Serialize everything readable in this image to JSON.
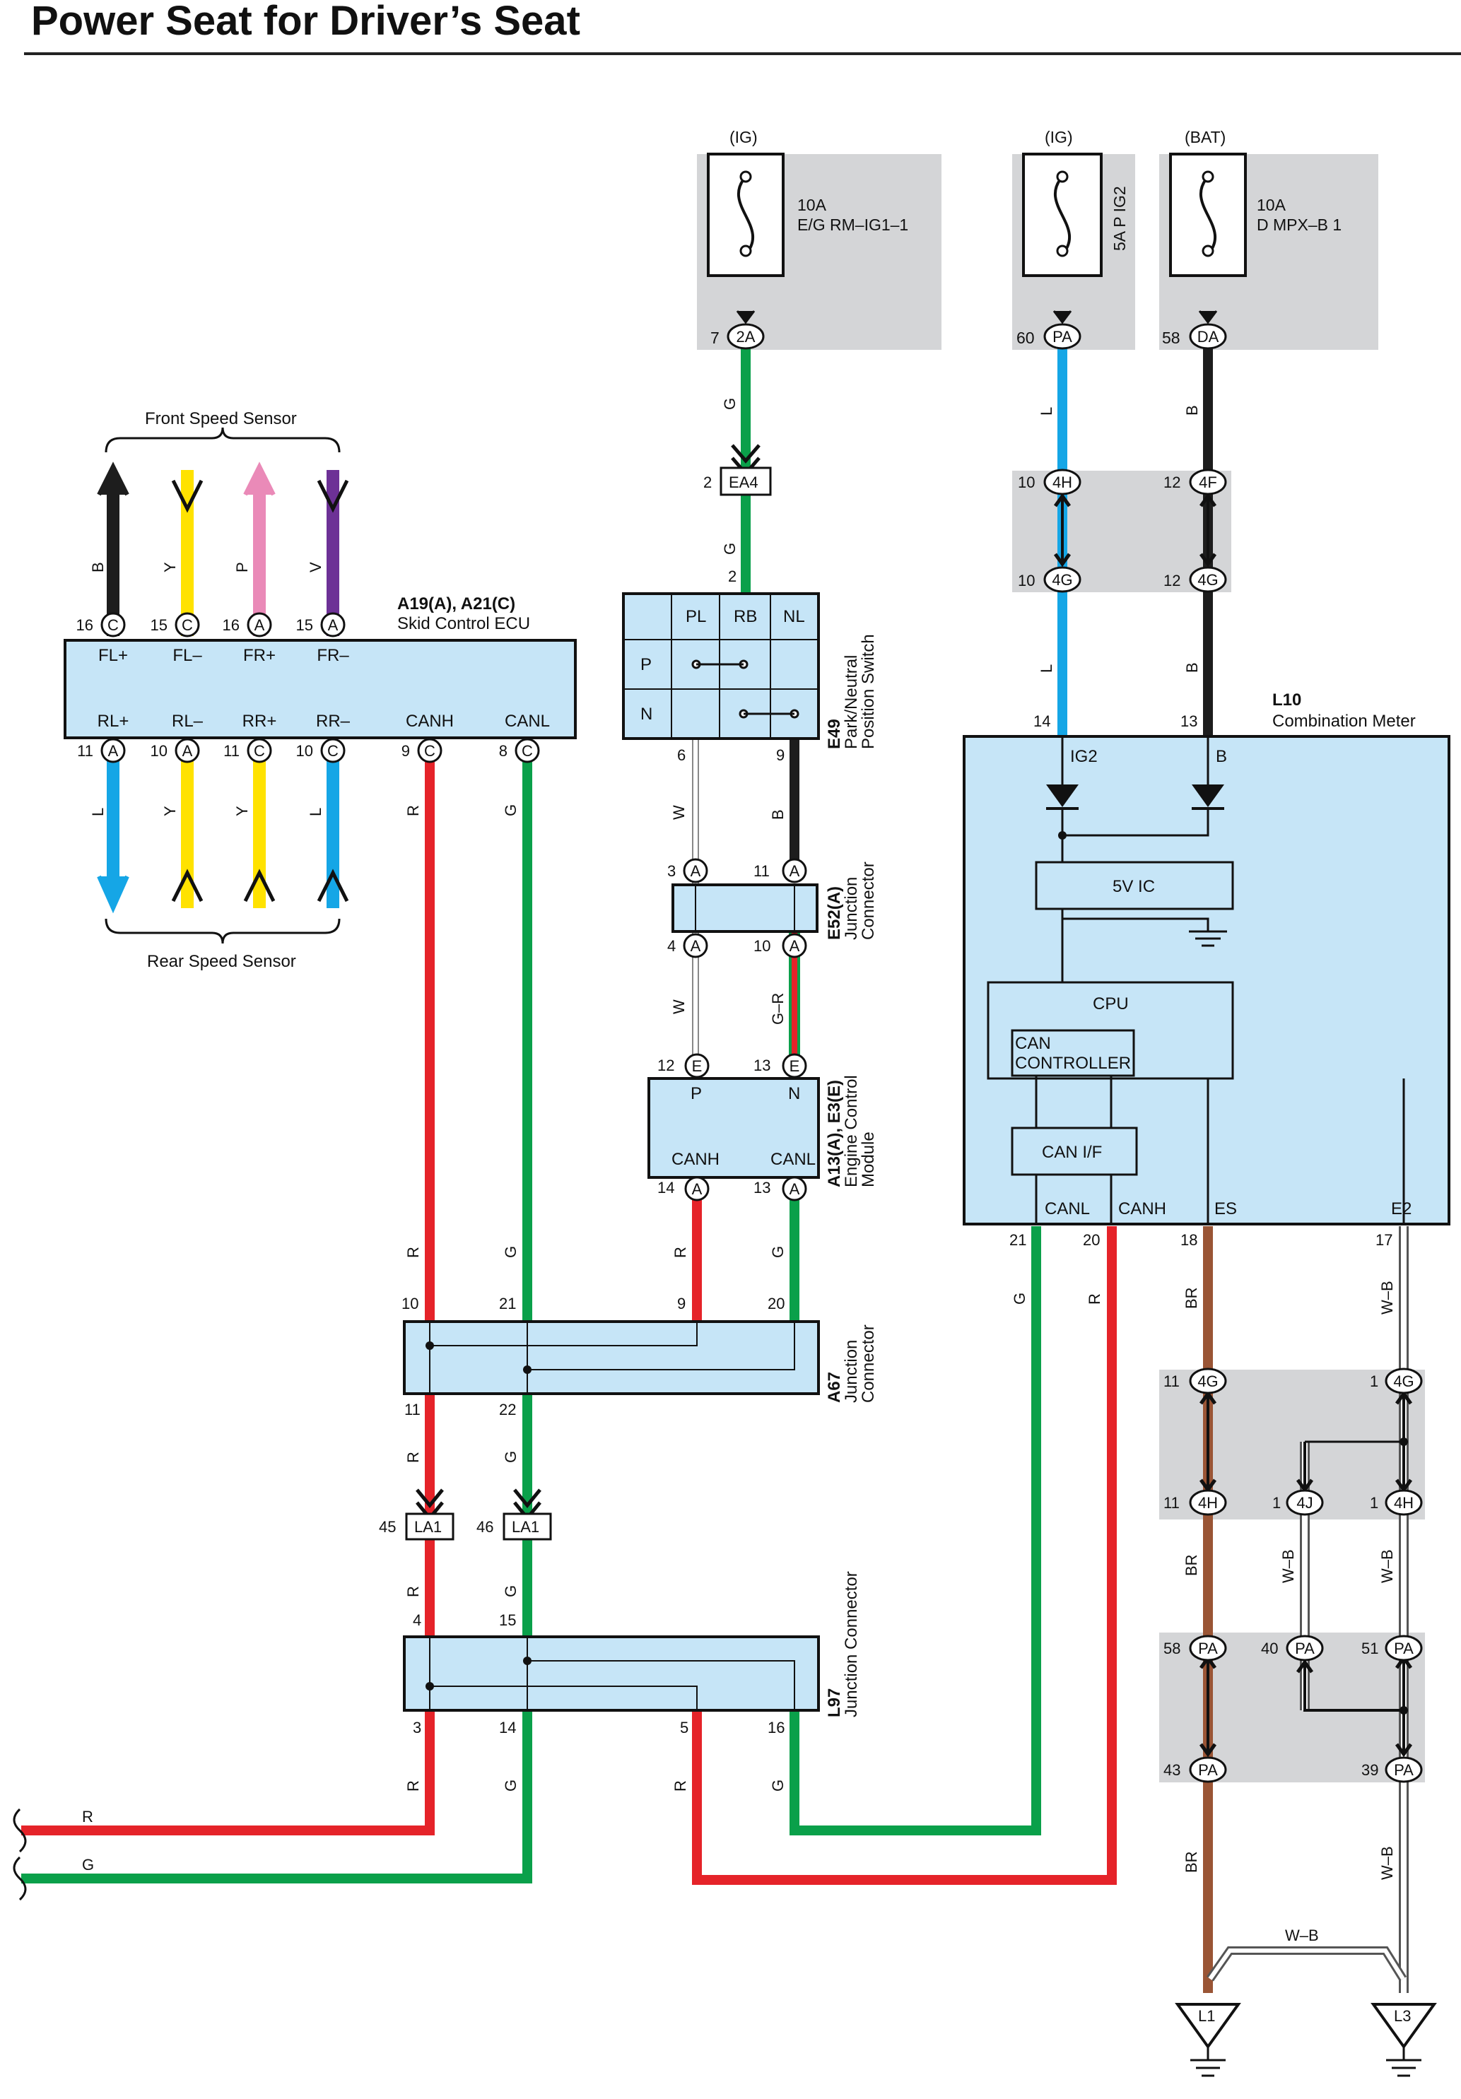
{
  "title": "Power Seat for Driver’s Seat",
  "colors": {
    "panel_fill": "#c6e5f7",
    "gray_box": "#d4d5d7",
    "red": "#e52329",
    "green": "#0aa04a",
    "blue": "#15a6e6",
    "yellow": "#ffe200",
    "pink": "#ea8ab8",
    "violet": "#6d3196",
    "black": "#1d1d1d",
    "brown": "#9a5535"
  },
  "fuses": {
    "f1_source": "(IG)",
    "f1_amp": "10A",
    "f1_name": "E/G RM–IG1–1",
    "f1_pin": "7",
    "f1_conn": "2A",
    "f2_source": "(IG)",
    "f2_name": "5A P IG2",
    "f2_pin": "60",
    "f2_conn": "PA",
    "f3_source": "(BAT)",
    "f3_amp": "10A",
    "f3_name": "D MPX–B 1",
    "f3_pin": "58",
    "f3_conn": "DA"
  },
  "skid_ecu": {
    "code": "A19(A), A21(C)",
    "name": "Skid Control ECU",
    "front_sensor": "Front Speed Sensor",
    "rear_sensor": "Rear Speed Sensor",
    "top_pins": [
      {
        "num": "16",
        "conn": "C",
        "term": "FL+",
        "wire": "B"
      },
      {
        "num": "15",
        "conn": "C",
        "term": "FL–",
        "wire": "Y"
      },
      {
        "num": "16",
        "conn": "A",
        "term": "FR+",
        "wire": "P"
      },
      {
        "num": "15",
        "conn": "A",
        "term": "FR–",
        "wire": "V"
      }
    ],
    "bottom_pins": [
      {
        "num": "11",
        "conn": "A",
        "term": "RL+",
        "wire": "L"
      },
      {
        "num": "10",
        "conn": "A",
        "term": "RL–",
        "wire": "Y"
      },
      {
        "num": "11",
        "conn": "C",
        "term": "RR+",
        "wire": "Y"
      },
      {
        "num": "10",
        "conn": "C",
        "term": "RR–",
        "wire": "L"
      },
      {
        "num": "9",
        "conn": "C",
        "term": "CANH",
        "wire": "R"
      },
      {
        "num": "8",
        "conn": "C",
        "term": "CANL",
        "wire": "G"
      }
    ]
  },
  "ea4": {
    "pin": "2",
    "label": "EA4",
    "wire_top": "G",
    "wire_bottom": "G",
    "pin_below": "2"
  },
  "e49": {
    "code": "E49",
    "name1": "Park/Neutral",
    "name2": "Position Switch",
    "cols": [
      "PL",
      "RB",
      "NL"
    ],
    "rows": [
      "P",
      "N"
    ],
    "pin_w": "6",
    "pin_b": "9",
    "wire_w": "W",
    "wire_b": "B"
  },
  "e52": {
    "code": "E52(A)",
    "name1": "Junction",
    "name2": "Connector",
    "p3": "3",
    "p11": "11",
    "p4": "4",
    "p10": "10",
    "conn": "A",
    "wire_w": "W",
    "wire_gr": "G–R"
  },
  "ecm": {
    "code": "A13(A), E3(E)",
    "name1": "Engine Control",
    "name2": "Module",
    "p12": "12",
    "p13": "13",
    "conn_e": "E",
    "term_p": "P",
    "term_n": "N",
    "term_canh": "CANH",
    "term_canl": "CANL",
    "p14": "14",
    "p13b": "13",
    "conn_a": "A",
    "wire_r": "R",
    "wire_g": "G"
  },
  "a67": {
    "code": "A67",
    "name1": "Junction",
    "name2": "Connector",
    "pins_top": [
      "10",
      "21",
      "9",
      "20"
    ],
    "pins_bottom": [
      "11",
      "22"
    ],
    "wire_labels": [
      "R",
      "G",
      "R",
      "G",
      "R",
      "G"
    ]
  },
  "la1": {
    "label": "LA1",
    "pin_r": "45",
    "pin_g": "46",
    "wire_r": "R",
    "wire_g": "G"
  },
  "l97": {
    "code": "L97",
    "name": "Junction Connector",
    "pins_top": [
      "4",
      "15"
    ],
    "pins_bottom": [
      "3",
      "14",
      "5",
      "16"
    ],
    "wire_labels": [
      "R",
      "G",
      "R",
      "G",
      "R",
      "G"
    ]
  },
  "meter": {
    "code": "L10",
    "name": "Combination Meter",
    "ig2_pin": "14",
    "b_pin": "13",
    "term_ig2": "IG2",
    "term_b": "B",
    "ic": "5V IC",
    "cpu": "CPU",
    "can_ctrl1": "CAN",
    "can_ctrl2": "CONTROLLER",
    "can_if": "CAN I/F",
    "term_canl": "CANL",
    "term_canh": "CANH",
    "term_es": "ES",
    "term_e2": "E2",
    "pin_canl": "21",
    "pin_canh": "20",
    "pin_es": "18",
    "pin_e2": "17",
    "wire_l": "L",
    "wire_b": "B",
    "wire_g": "G",
    "wire_r": "R",
    "wire_br": "BR",
    "wire_wb": "W–B"
  },
  "j_4h": {
    "pin_l": "10",
    "conn_l": "4H",
    "pin_b": "12",
    "conn_b": "4F"
  },
  "j_4g": {
    "pin_l": "10",
    "conn_l": "4G",
    "pin_b": "12",
    "conn_b": "4G"
  },
  "ground_block": {
    "p11": "11",
    "c4g": "4G",
    "p1": "1",
    "c4g2": "4G",
    "p11b": "11",
    "c4h": "4H",
    "p1b": "1",
    "c4j": "4J",
    "p1c": "1",
    "c4h2": "4H",
    "p58": "58",
    "cpa": "PA",
    "p40": "40",
    "p51": "51",
    "p43": "43",
    "p39": "39",
    "l1": "L1",
    "l3": "L3"
  },
  "left_wires": {
    "r": "R",
    "g": "G"
  }
}
